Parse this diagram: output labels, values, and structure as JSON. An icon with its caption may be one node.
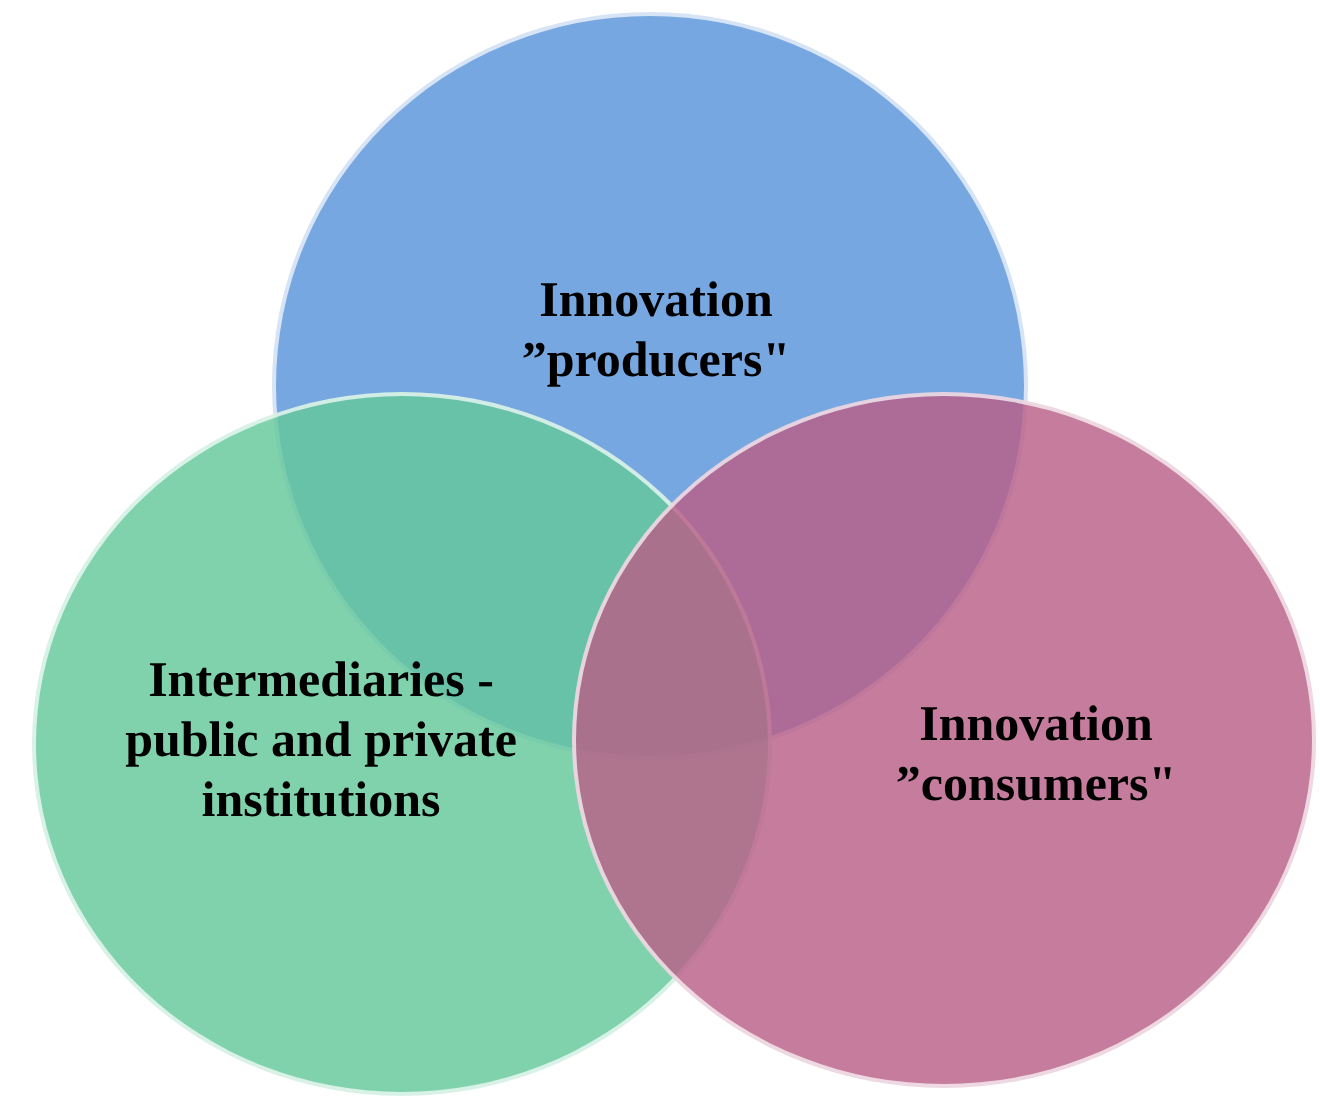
{
  "diagram": {
    "nodes": [
      {
        "text": [
          "Innovation ”producers\""
        ]
      },
      {
        "text": [
          "Intermediaries - public and private institutions"
        ]
      },
      {
        "text": [
          "Innovation ”consumers\""
        ]
      }
    ]
  }
}
